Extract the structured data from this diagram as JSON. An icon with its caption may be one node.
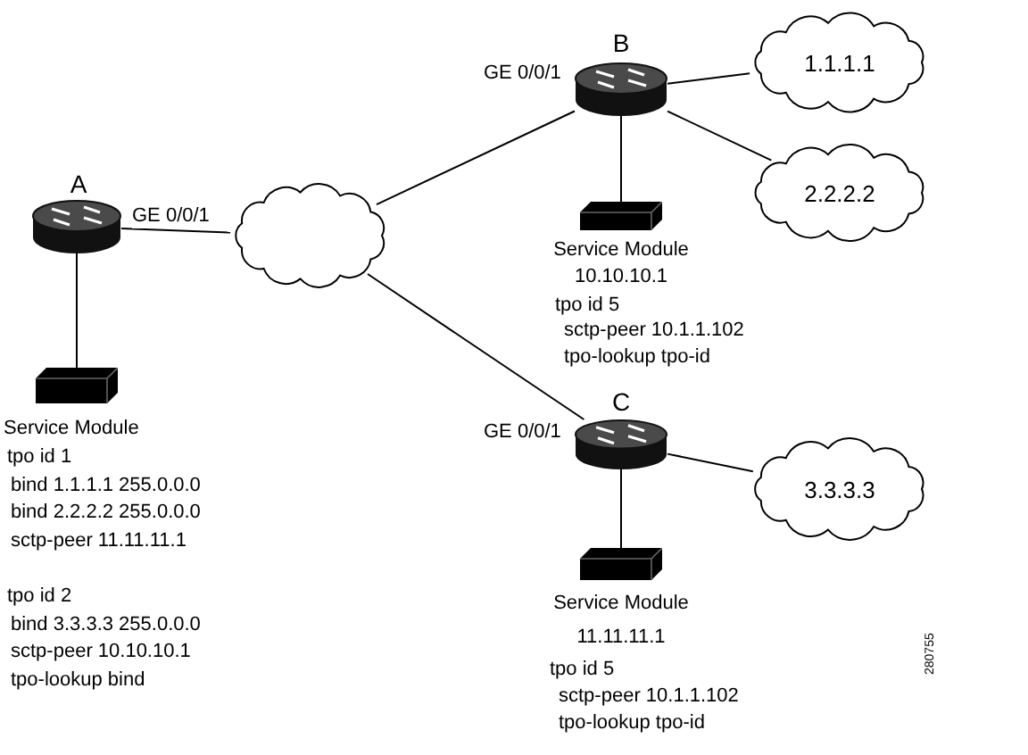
{
  "diagram": {
    "nodes": [
      {
        "text": [
          "A"
        ]
      },
      {
        "text": [
          "Service Module"
        ],
        "beside": [
          "tpo id 1",
          "bind 1.1.1.1 255.0.0.0",
          "bind 2.2.2.2 255.0.0.0",
          "sctp-peer 11.11.11.1",
          "tpo id 2",
          "bind 3.3.3.3 255.0.0.0",
          "sctp-peer 10.10.10.1",
          "tpo-lookup bind"
        ]
      },
      {
        "text": [],
        "shape": "cloud"
      },
      {
        "text": [
          "B"
        ]
      },
      {
        "text": [
          "Service Module"
        ],
        "beside": [
          "10.10.10.1",
          "tpo id 5",
          "sctp-peer 10.1.1.102",
          "tpo-lookup tpo-id"
        ]
      },
      {
        "text": [
          "1.1.1.1"
        ]
      },
      {
        "text": [
          "2.2.2.2"
        ]
      },
      {
        "text": [
          "C"
        ]
      },
      {
        "text": [
          "Service Module"
        ],
        "beside": [
          "11.11.11.1",
          "tpo id 5",
          "sctp-peer 10.1.1.102",
          "tpo-lookup tpo-id"
        ]
      },
      {
        "text": [
          "3.3.3.3"
        ]
      }
    ],
    "edges": [
      {
        "from": 0,
        "to": 1,
        "arrow": "none"
      },
      {
        "from": 0,
        "to": 2,
        "arrow": "none",
        "label": "GE 0/0/1"
      },
      {
        "from": 2,
        "to": 3,
        "arrow": "none",
        "label": "GE 0/0/1"
      },
      {
        "from": 3,
        "to": 5,
        "arrow": "none"
      },
      {
        "from": 3,
        "to": 6,
        "arrow": "none"
      },
      {
        "from": 3,
        "to": 4,
        "arrow": "none"
      },
      {
        "from": 2,
        "to": 7,
        "arrow": "none",
        "label": "GE 0/0/1"
      },
      {
        "from": 7,
        "to": 9,
        "arrow": "none"
      },
      {
        "from": 7,
        "to": 8,
        "arrow": "none"
      }
    ],
    "labels": [
      "280755"
    ]
  }
}
